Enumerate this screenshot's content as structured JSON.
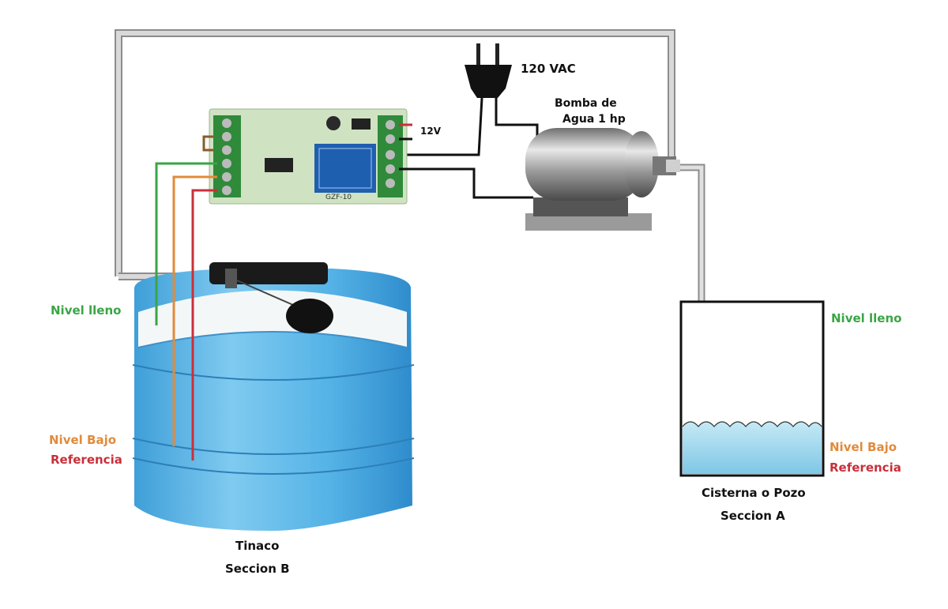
{
  "labels": {
    "power": "120 VAC",
    "pump_line1": "Bomba de",
    "pump_line2": "Agua  1 hp",
    "supply": "12V",
    "board_model": "GZF-10",
    "tank_full": "Nivel lleno",
    "tank_low": "Nivel Bajo",
    "tank_ref": "Referencia",
    "tank_name": "Tinaco",
    "tank_section": "Seccion B",
    "cistern_full": "Nivel lleno",
    "cistern_low": "Nivel Bajo",
    "cistern_ref": "Referencia",
    "cistern_name": "Cisterna o Pozo",
    "cistern_section": "Seccion A"
  },
  "colors": {
    "green_wire": "#3aa545",
    "orange_wire": "#e28a3a",
    "red_wire": "#c8303a",
    "pipe": "#b9b9b9",
    "tank_blue": "#5cb8e8",
    "water": "#a9dcef",
    "board": "#cfe3c2",
    "relay": "#1f5fb0"
  },
  "icons": [
    "power-plug-icon",
    "relay-icon",
    "pump-motor-icon",
    "float-switch-icon"
  ]
}
